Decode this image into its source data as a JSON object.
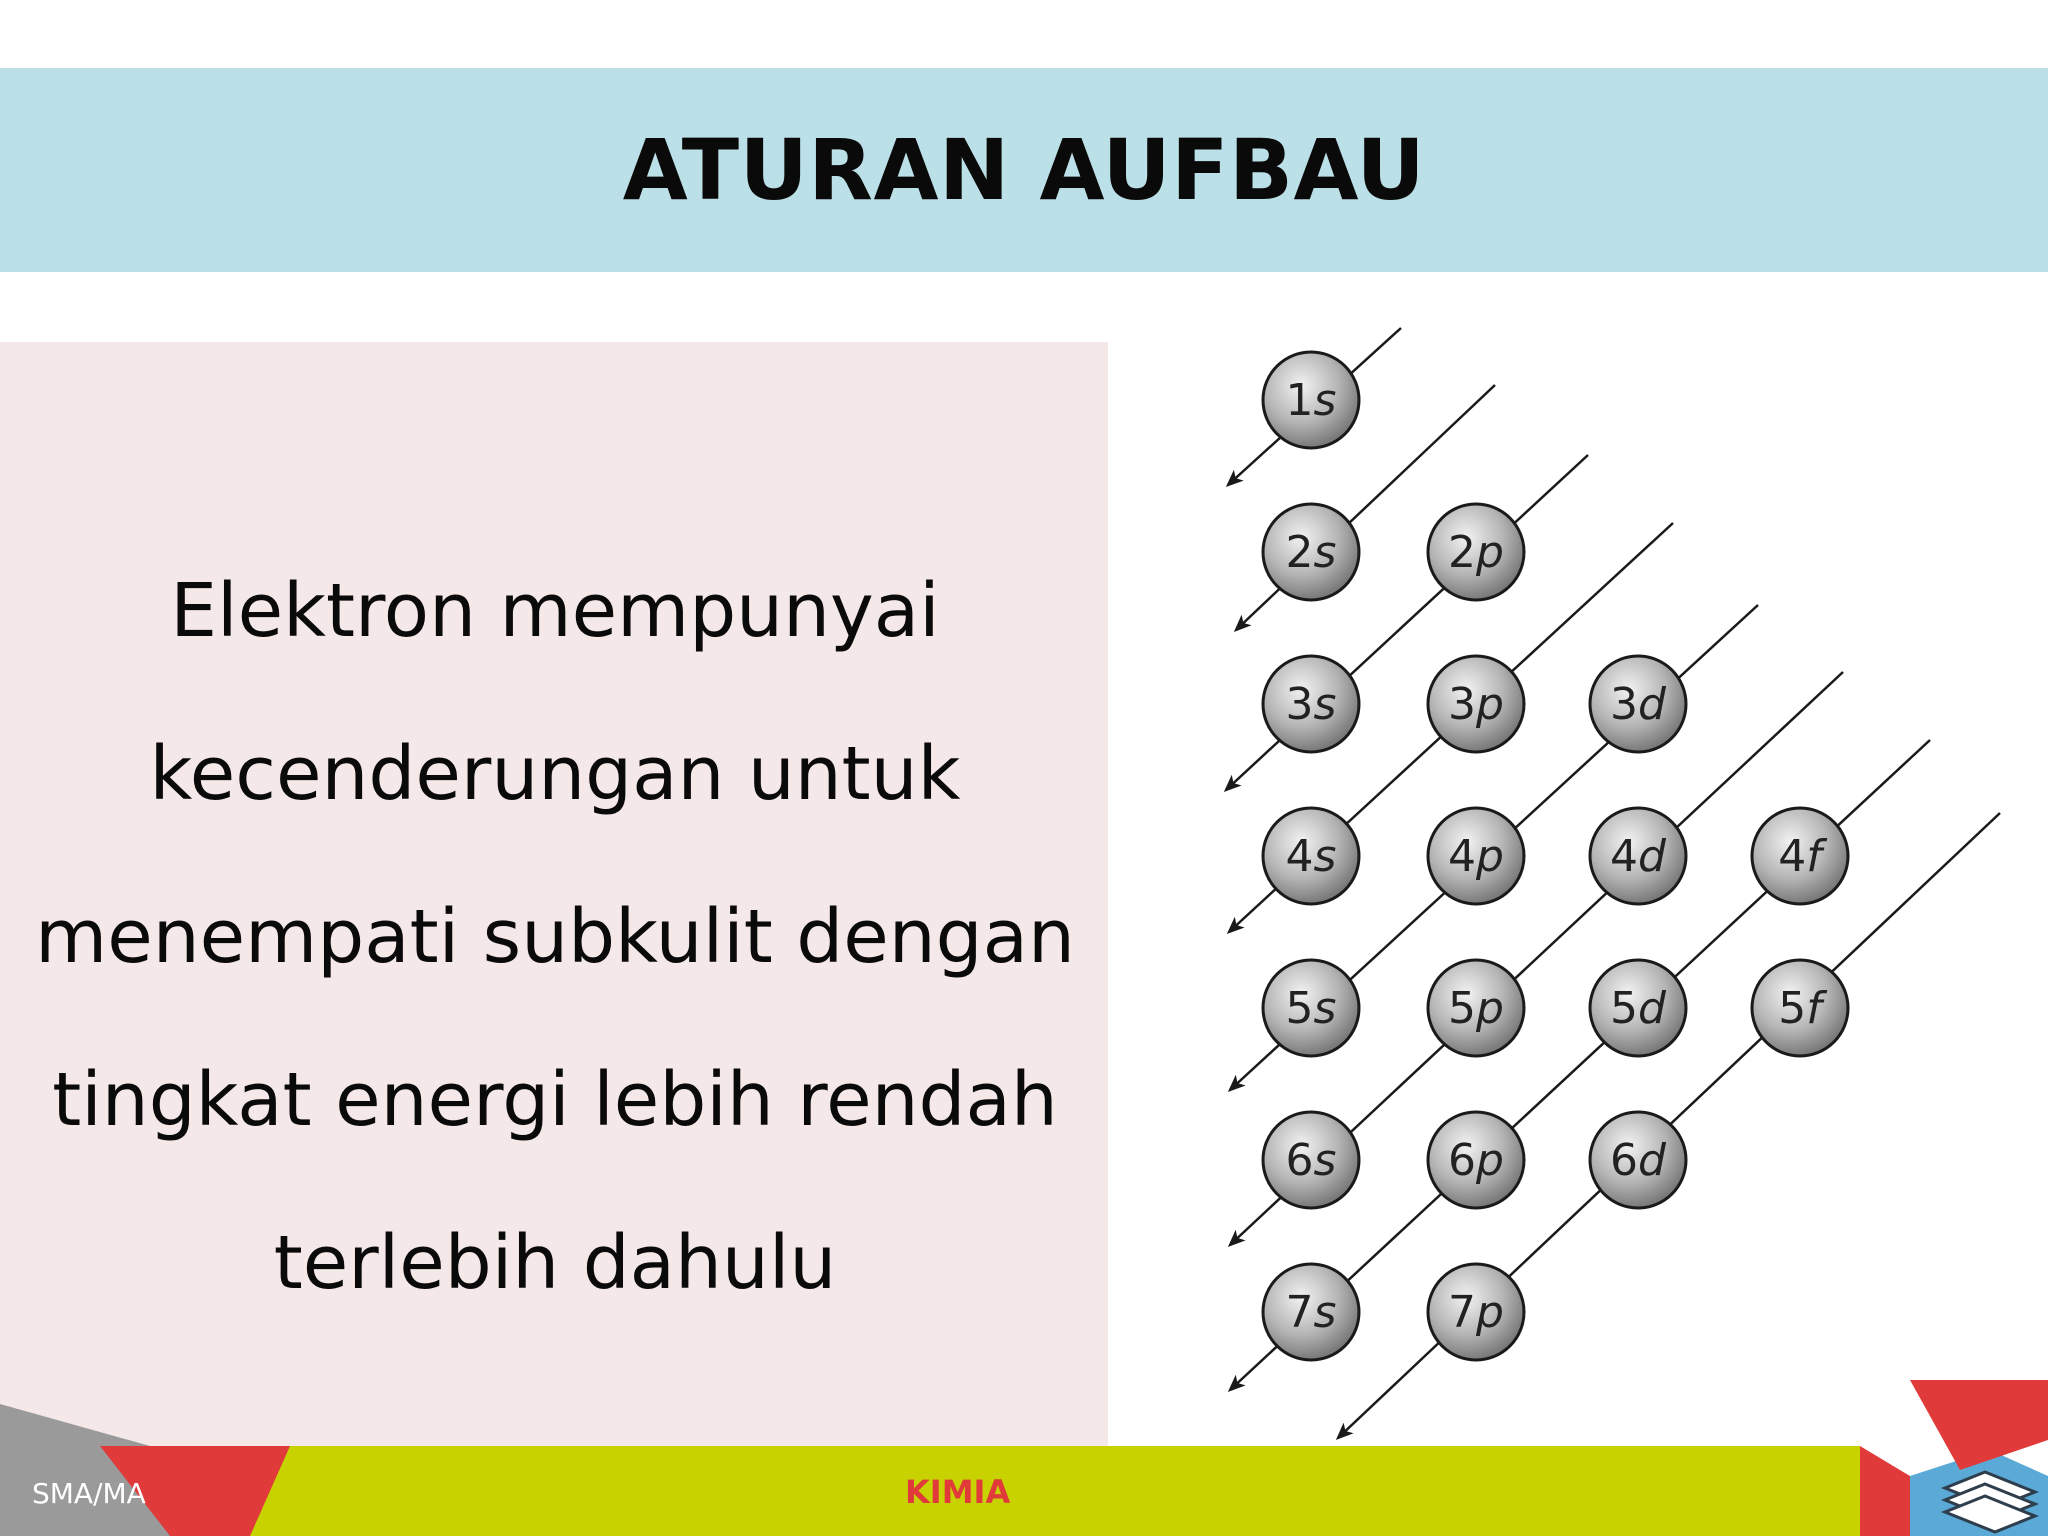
{
  "slide": {
    "title": "ATURAN AUFBAU",
    "text_lines": [
      "Elektron mempunyai",
      "kecenderungan untuk",
      "menempati subkulit dengan",
      "tingkat energi lebih rendah",
      "terlebih dahulu"
    ]
  },
  "diagram": {
    "rows": [
      [
        {
          "n": "1",
          "l": "s"
        }
      ],
      [
        {
          "n": "2",
          "l": "s"
        },
        {
          "n": "2",
          "l": "p"
        }
      ],
      [
        {
          "n": "3",
          "l": "s"
        },
        {
          "n": "3",
          "l": "p"
        },
        {
          "n": "3",
          "l": "d"
        }
      ],
      [
        {
          "n": "4",
          "l": "s"
        },
        {
          "n": "4",
          "l": "p"
        },
        {
          "n": "4",
          "l": "d"
        },
        {
          "n": "4",
          "l": "f"
        }
      ],
      [
        {
          "n": "5",
          "l": "s"
        },
        {
          "n": "5",
          "l": "p"
        },
        {
          "n": "5",
          "l": "d"
        },
        {
          "n": "5",
          "l": "f"
        }
      ],
      [
        {
          "n": "6",
          "l": "s"
        },
        {
          "n": "6",
          "l": "p"
        },
        {
          "n": "6",
          "l": "d"
        }
      ],
      [
        {
          "n": "7",
          "l": "s"
        },
        {
          "n": "7",
          "l": "p"
        }
      ]
    ]
  },
  "footer": {
    "left_label": "SMA/MA",
    "center_label": "KIMIA"
  },
  "colors": {
    "title_band": "#bbe0e7",
    "text_panel": "#f5e8e8",
    "footer_green": "#c8d200",
    "footer_red": "#e03a3a",
    "footer_gray": "#9a9a9a",
    "footer_blue": "#5aa9d6"
  }
}
